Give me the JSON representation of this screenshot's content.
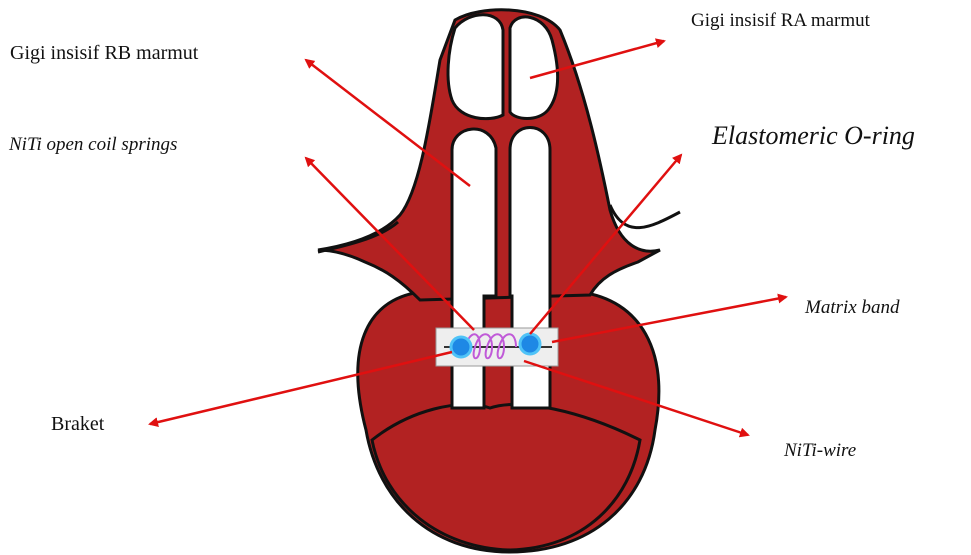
{
  "labels": {
    "rb_incisor": "Gigi insisif RB marmut",
    "ra_incisor": "Gigi insisif RA marmut",
    "niti_coil": "NiTi open coil springs",
    "elastomeric": "Elastomeric O-ring",
    "matrix_band": "Matrix band",
    "braket": "Braket",
    "niti_wire": "NiTi-wire"
  },
  "colors": {
    "tissue": "#b22222",
    "tissue_dark": "#9a1c1c",
    "outline": "#111111",
    "arrow": "#e01010",
    "spring": "#c05ad8",
    "oring": "#1e88e5"
  }
}
